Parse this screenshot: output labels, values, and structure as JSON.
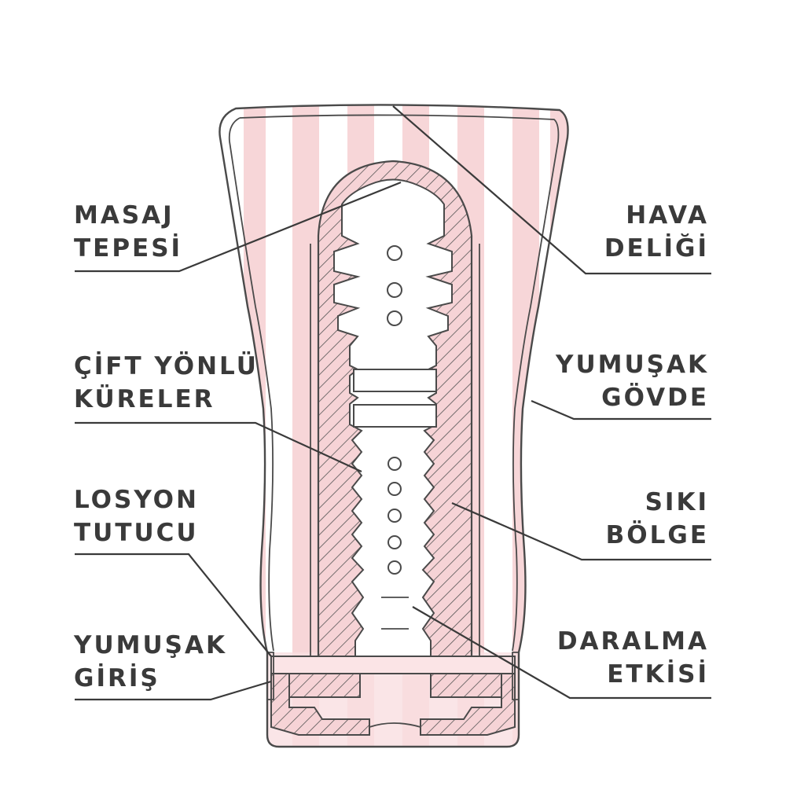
{
  "labels": {
    "massage_top": {
      "line1": "MASAJ",
      "line2": "TEPESİ"
    },
    "dual_spheres": {
      "line1": "ÇİFT YÖNLÜ",
      "line2": "KÜRELER"
    },
    "lotion_holder": {
      "line1": "LOSYON",
      "line2": "TUTUCU"
    },
    "soft_entry": {
      "line1": "YUMUŞAK",
      "line2": "GİRİŞ"
    },
    "air_hole": {
      "line1": "HAVA",
      "line2": "DELİĞİ"
    },
    "soft_body": {
      "line1": "YUMUŞAK",
      "line2": "GÖVDE"
    },
    "tight_zone": {
      "line1": "SIKI",
      "line2": "BÖLGE"
    },
    "constriction": {
      "line1": "DARALMA",
      "line2": "ETKİSİ"
    }
  },
  "colors": {
    "text": "#3a3a3a",
    "stripe_pink": "#f7d6d8",
    "hatch_pink": "#e9a6ab",
    "outline": "#4a4a4a"
  }
}
